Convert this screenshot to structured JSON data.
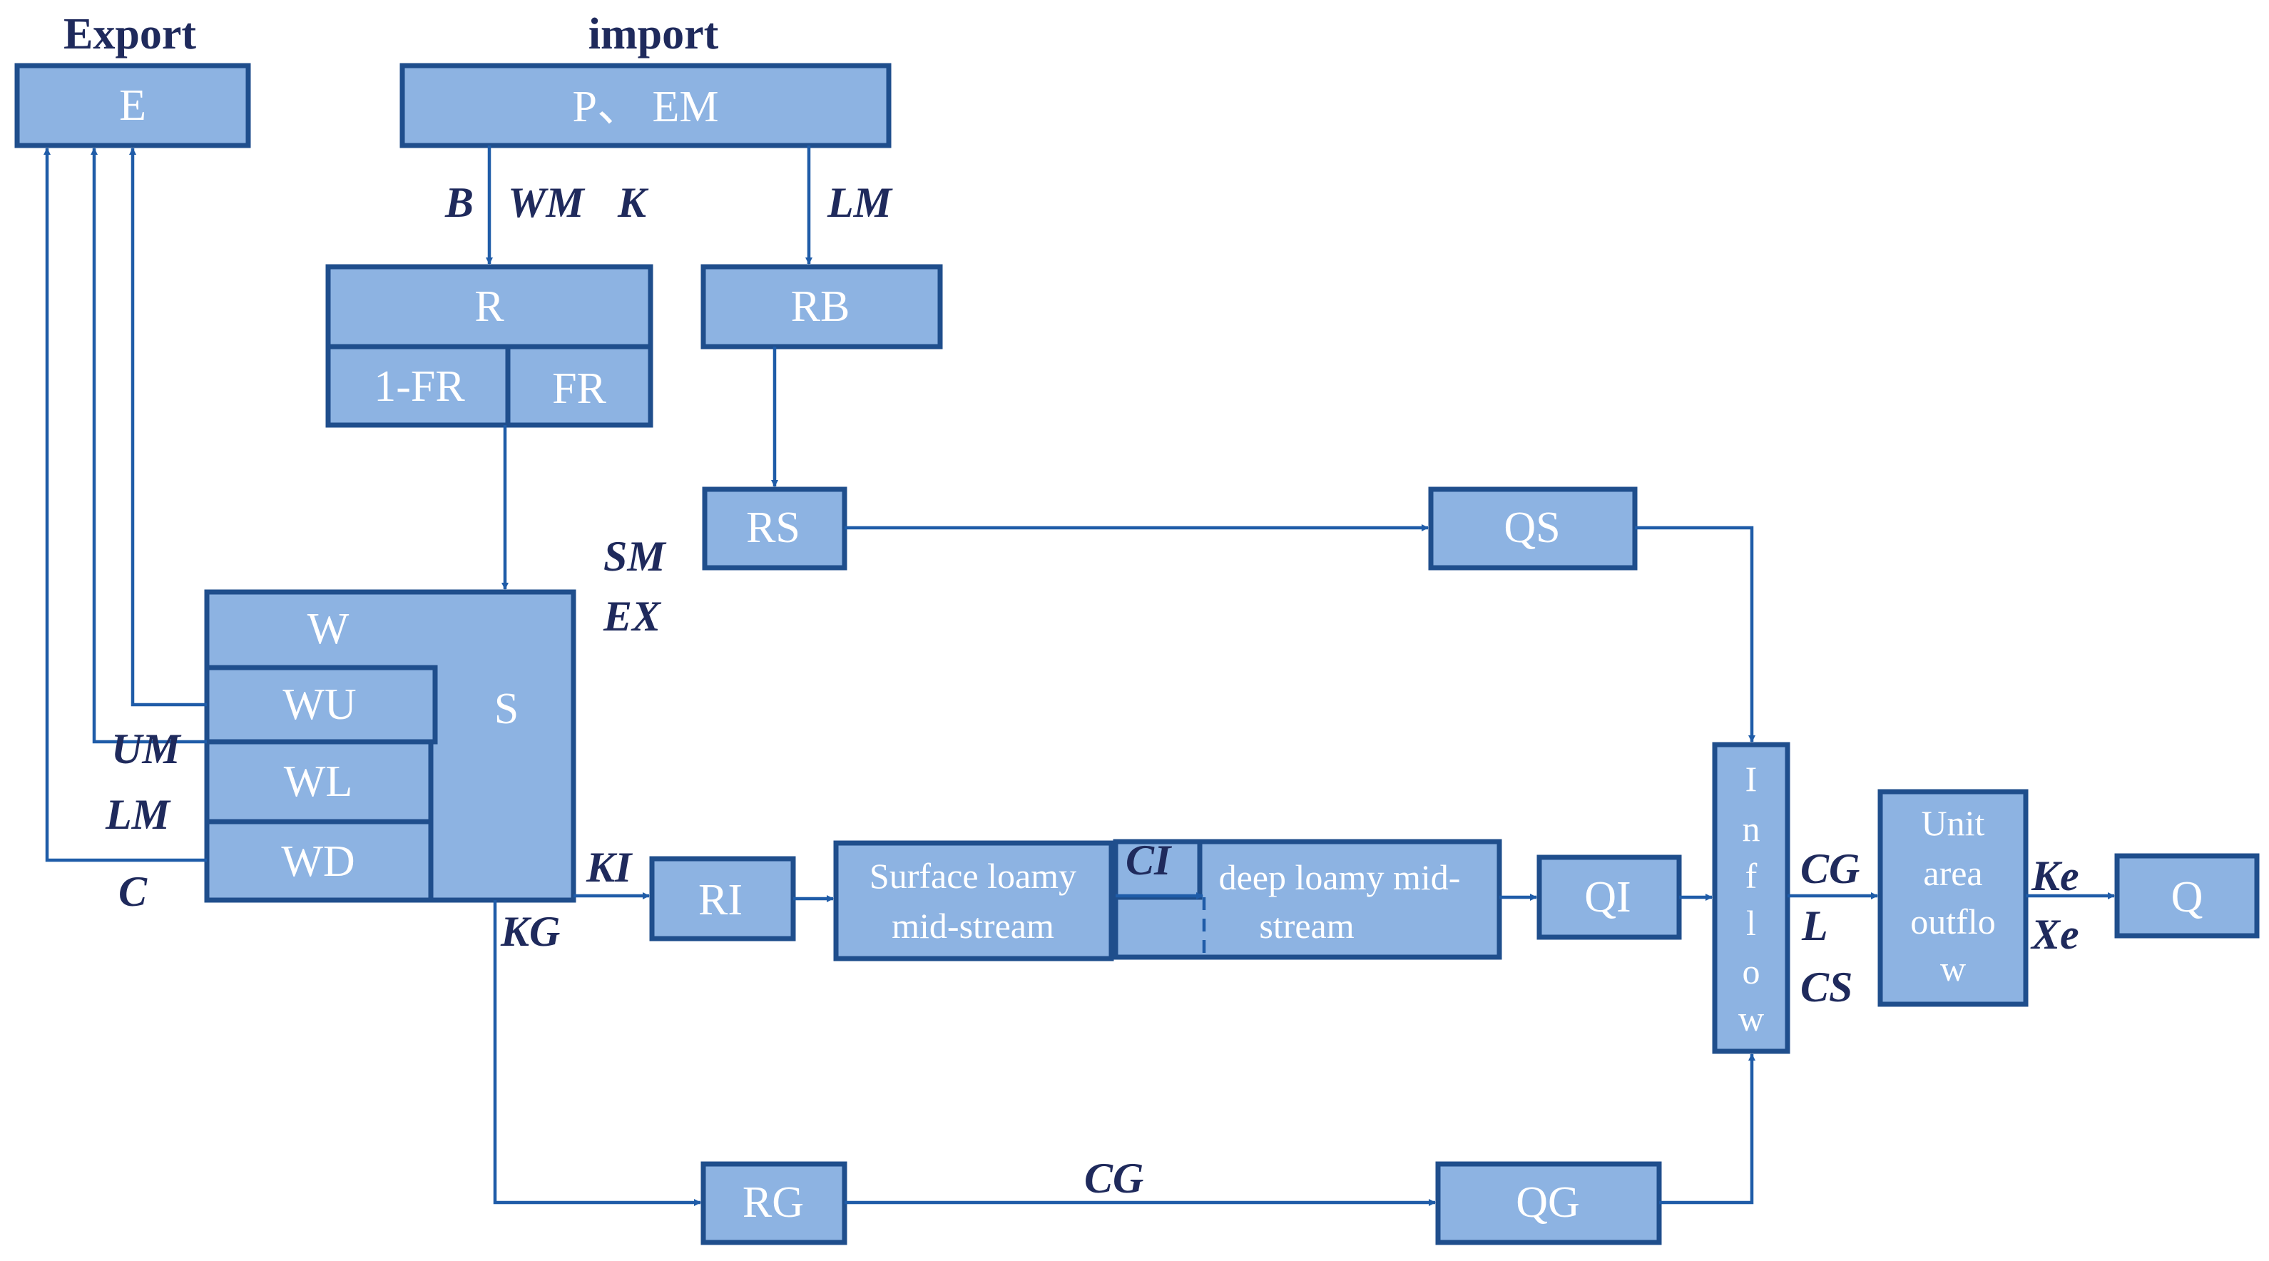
{
  "headers": {
    "export": "Export",
    "import": "import"
  },
  "boxes": {
    "E": "E",
    "P_EM": "P、 EM",
    "R": "R",
    "one_minus_FR": "1-FR",
    "FR": "FR",
    "RB": "RB",
    "RS": "RS",
    "QS": "QS",
    "W": "W",
    "WU": "WU",
    "WL": "WL",
    "WD": "WD",
    "S": "S",
    "RI": "RI",
    "surface_lines": [
      "Surface loamy",
      "mid-stream"
    ],
    "deep_lines": [
      "deep loamy mid-",
      "stream"
    ],
    "QI": "QI",
    "inflow_letters": [
      "I",
      "n",
      "f",
      "l",
      "o",
      "w"
    ],
    "unit_lines": [
      "Unit",
      "area",
      "outflo",
      "w"
    ],
    "Q": "Q",
    "RG": "RG",
    "QG": "QG"
  },
  "params": {
    "B": "B",
    "WM": "WM",
    "K": "K",
    "LM_top": "LM",
    "SM": "SM",
    "EX": "EX",
    "UM": "UM",
    "LM_left": "LM",
    "C": "C",
    "KI": "KI",
    "KG": "KG",
    "CI": "CI",
    "CG_mid": "CG",
    "L": "L",
    "CS": "CS",
    "Ke": "Ke",
    "Xe": "Xe",
    "CG_bottom": "CG"
  }
}
